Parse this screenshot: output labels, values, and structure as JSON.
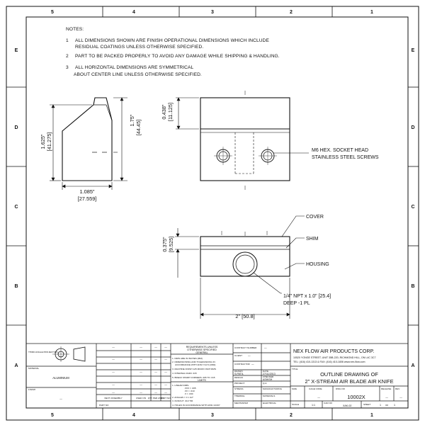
{
  "zones": {
    "columns": [
      "5",
      "4",
      "3",
      "2",
      "1"
    ],
    "rows": [
      "E",
      "D",
      "C",
      "B",
      "A"
    ]
  },
  "notes": {
    "title": "NOTES:",
    "n1_num": "1",
    "n1_line1": "ALL DIMENSIONS SHOWN ARE FINISH OPERATIONAL DIMENSIONS WHICH INCLUDE",
    "n1_line2": "RESIDUAL COATINGS UNLESS OTHERWISE SPECIFIED.",
    "n2_num": "2",
    "n2_line1": "PART TO BE PACKED PROPERLY TO AVOID ANY DAMAGE WHILE SHIPPING & HANDLING.",
    "n3_num": "3",
    "n3_line1": "ALL HORIZONTAL DIMENSIONS ARE SYMMETRICAL",
    "n3_line2": "ABOUT CENTER LINE UNLESS OTHERWISE SPECIFIED."
  },
  "side_view": {
    "height_in": "1.625\"",
    "height_mm": "[41.275]",
    "inner_in": "1.75\"",
    "inner_mm": "[44.45]",
    "width_in": "1.085\"",
    "width_mm": "[27.559]"
  },
  "front_view": {
    "top_in": "0.438\"",
    "top_mm": "[11.125]",
    "callout_line1": "M6 HEX. SOCKET HEAD",
    "callout_line2": "STAINLESS STEEL SCREWS"
  },
  "bottom_view": {
    "left_in": "0.375\"",
    "left_mm": "[9.525]",
    "cover": "COVER",
    "shim": "SHIM",
    "housing": "HOUSING",
    "npt_line1": "1/4\" NPT x 1.0\" [25.4]",
    "npt_line2": "DEEP -1 PL",
    "width": "2\" [50.8]"
  },
  "title_block": {
    "third_angle": "THIRD ANGLE PROJECTION",
    "material_label": "MATERIAL",
    "material": "ALUMINIUM",
    "finish_label": "FINISH",
    "finish": "—",
    "next_assembly": "NEXT ASSEMBLY",
    "used_on": "USED ON",
    "qty_per_assy": "QTY PER ASSY",
    "part_no_label": "PART NO",
    "part_no2_label": "PART NO",
    "req_title_1": "REQUIREMENTS-UNLESS",
    "req_title_2": "OTHERWISE SPECIFIED",
    "req_general": "GENERAL",
    "req1": "1. DIMS ARE IN INCHES (MM)",
    "req2": "2. DIMENSIONING AND TOLERANCING IN",
    "req2b": "ACCORDANCE WITH ANSI Y14.5 (1982)",
    "req3": "3. MACHINE FINISH 125 MICRO INCH RMS",
    "req4": "4. INTERNAL RADII .015",
    "req5": "5. BREAK SHARP CORNERS .005 TO .015",
    "req_limits": "LIMITS",
    "req_lin": "1. LINEAR DIMS.",
    "req_lin_a": ".XXX = .005",
    "req_lin_b": ".XX = .010",
    "req_lin_c": ".X = .030",
    "req_ang": "2. ANGLES = ± 1 1/2°",
    "req_runout": "3. RUNOUT .010 TIR",
    "req_holes": "4. HOLES IN ACCORDANCE WITH ANSI 10.007",
    "contract_number": "CONTRACT NUMBER",
    "client": "CLIENT",
    "contractor": "CONTRACTOR",
    "drawn_label": "DRAWN",
    "drawn": "S.PATIL",
    "date_label": "DATE",
    "date": "27/11/2013",
    "design_label": "DESIGN",
    "checked_label": "CHECKED",
    "checked": "ASHISH",
    "project_label": "PROJECT",
    "qa_label": "Q.A.",
    "stress_label": "STRESS",
    "manufacturing_label": "MANUFACTURING",
    "thermal_label": "THERMAL",
    "materials_label": "MATERIALS",
    "mechanism_label": "MECHANISM",
    "electrical_label": "ELECTRICAL",
    "company": "NEX FLOW AIR PRODUCTS CORP.",
    "address1": "10520 YONGE STREET, UNIT 35B-220, RICHMOND HILL, ON L4C 3C7",
    "address2": "TEL: (416) 410-1313 & FAX: (416) 410-1806 www.nex-flow.com",
    "title_label": "TITLE",
    "drawing_title1": "OUTLINE DRAWING OF",
    "drawing_title2": "2\" X-STREAM AIR BLADE AIR KNIFE",
    "size_label": "SIZE",
    "cage_code_label": "CAGE CODE",
    "dwg_no_label": "DWG NO",
    "release_label": "RELEASE",
    "rev_label": "REV",
    "cage_code": "—",
    "dwg_no": "10002X",
    "release": "—",
    "rev": "—",
    "scale_label": "SCALE",
    "scale": "1:1",
    "cad_no_label": "CAD NO",
    "cad_no": "XAK-02",
    "sheet_label": "SHEET",
    "sheet_no": "1",
    "sheet_of": "OF",
    "sheet_total": "1",
    "dash": "—"
  }
}
